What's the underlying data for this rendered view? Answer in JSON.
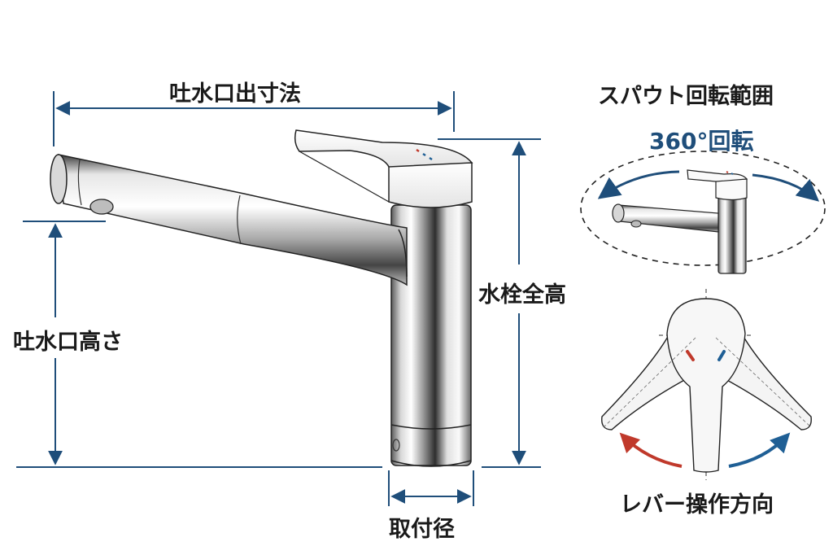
{
  "colors": {
    "dimension_line": "#1f4e7a",
    "text": "#1a1a1a",
    "hot": "#c0392b",
    "cold": "#1f5f95",
    "chrome_light": "#f2f2f2",
    "chrome_dark": "#3a3a3a"
  },
  "labels": {
    "spout_reach": "吐水口出寸法",
    "spout_height": "吐水口高さ",
    "faucet_total_height": "水栓全高",
    "mounting_diameter": "取付径",
    "spout_rotation_title": "スパウト回転範囲",
    "rotation_value": "360°回転",
    "lever_direction": "レバー操作方向"
  }
}
